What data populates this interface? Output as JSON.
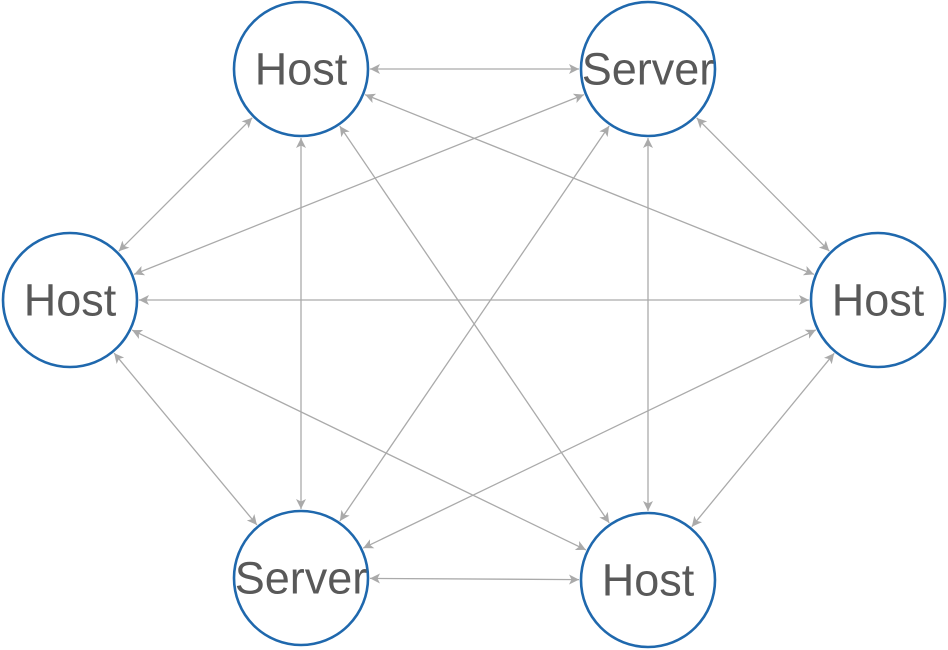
{
  "colors": {
    "node_stroke": "#1f68ad",
    "node_fill": "#ffffff",
    "label": "#595959",
    "edge": "#aaaaaa"
  },
  "nodes": [
    {
      "id": "host-top-left",
      "label": "Host"
    },
    {
      "id": "server-top-right",
      "label": "Server"
    },
    {
      "id": "host-middle-left",
      "label": "Host"
    },
    {
      "id": "host-middle-right",
      "label": "Host"
    },
    {
      "id": "server-bottom-left",
      "label": "Server"
    },
    {
      "id": "host-bottom-right",
      "label": "Host"
    }
  ],
  "edges": [
    {
      "from": "host-top-left",
      "to": "server-top-right",
      "directed": "both"
    },
    {
      "from": "host-top-left",
      "to": "host-middle-left",
      "directed": "both"
    },
    {
      "from": "host-top-left",
      "to": "host-middle-right",
      "directed": "both"
    },
    {
      "from": "host-top-left",
      "to": "server-bottom-left",
      "directed": "both"
    },
    {
      "from": "host-top-left",
      "to": "host-bottom-right",
      "directed": "both"
    },
    {
      "from": "server-top-right",
      "to": "host-middle-left",
      "directed": "both"
    },
    {
      "from": "server-top-right",
      "to": "host-middle-right",
      "directed": "both"
    },
    {
      "from": "server-top-right",
      "to": "server-bottom-left",
      "directed": "both"
    },
    {
      "from": "server-top-right",
      "to": "host-bottom-right",
      "directed": "both"
    },
    {
      "from": "host-middle-left",
      "to": "host-middle-right",
      "directed": "both"
    },
    {
      "from": "host-middle-left",
      "to": "server-bottom-left",
      "directed": "both"
    },
    {
      "from": "host-middle-left",
      "to": "host-bottom-right",
      "directed": "both"
    },
    {
      "from": "host-middle-right",
      "to": "server-bottom-left",
      "directed": "both"
    },
    {
      "from": "host-middle-right",
      "to": "host-bottom-right",
      "directed": "both"
    },
    {
      "from": "server-bottom-left",
      "to": "host-bottom-right",
      "directed": "both"
    }
  ]
}
